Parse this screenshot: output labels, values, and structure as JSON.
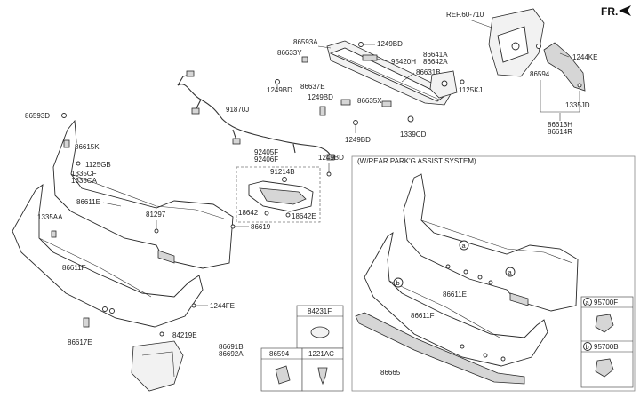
{
  "header": {
    "ref_label": "REF.60-710",
    "front_label": "FR."
  },
  "labels": {
    "p86593A": "86593A",
    "p1249BD_a": "1249BD",
    "p86633Y": "86633Y",
    "p95420H": "95420H",
    "p86641A": "86641A",
    "p86642A": "86642A",
    "p1249BD_b": "1249BD",
    "p86637E": "86637E",
    "p86631B": "86631B",
    "p1249BD_c": "1249BD",
    "p86635X": "86635X",
    "p1125KJ": "1125KJ",
    "p91870J": "91870J",
    "p1249BD_d": "1249BD",
    "p1339CD": "1339CD",
    "p86594_top": "86594",
    "p1244KE": "1244KE",
    "p1335JD": "1335JD",
    "p86613H": "86613H",
    "p86614R": "86614R",
    "p86593D": "86593D",
    "p86615K": "86615K",
    "p1125GB": "1125GB",
    "p1335CF": "1335CF",
    "p1335CA": "1335CA",
    "p92405F": "92405F",
    "p92406F": "92406F",
    "p1249BD_e": "1249BD",
    "p91214B": "91214B",
    "p18642": "18642",
    "p18642E": "18642E",
    "p1335AA": "1335AA",
    "p86611E_left": "86611E",
    "p81297": "81297",
    "p86619": "86619",
    "p86611F_left": "86611F",
    "p1244FE": "1244FE",
    "p86617E": "86617E",
    "p84219E": "84219E",
    "p86691B": "86691B",
    "p86692A": "86692A",
    "p84231F": "84231F",
    "p86594_tbl": "86594",
    "p1221AC": "1221AC",
    "sys_title": "(W/REAR PARK'G ASSIST SYSTEM)",
    "p86611E_right": "86611E",
    "p86611F_right": "86611F",
    "p86665": "86665",
    "p95700F": "95700F",
    "p95700B": "95700B",
    "callout_a": "a",
    "callout_b": "b"
  }
}
